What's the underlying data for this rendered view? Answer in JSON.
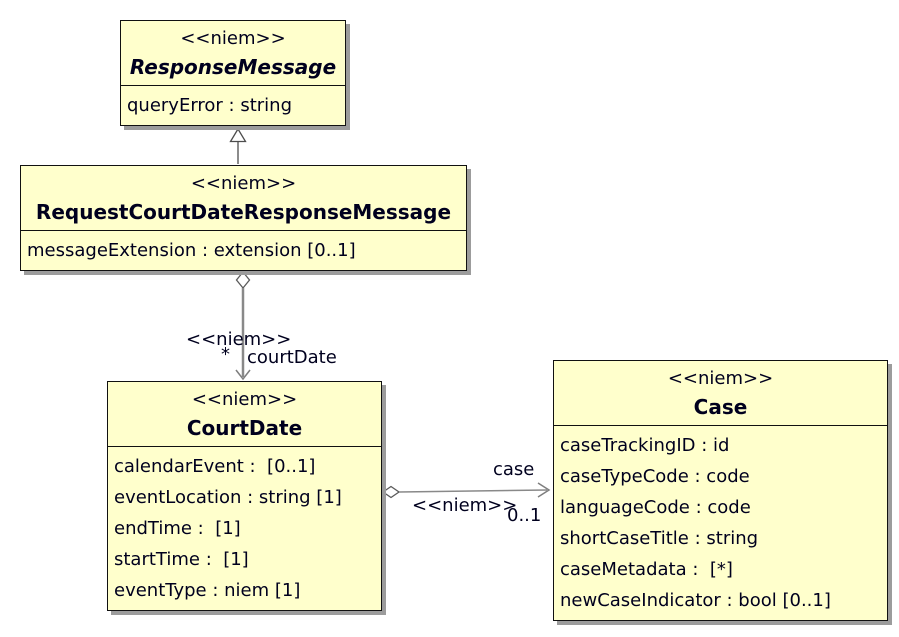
{
  "diagram": {
    "type": "uml-class-diagram",
    "colors": {
      "node-fill": "#ffffcc",
      "node-border": "#111111",
      "node-shadow": "#9c9c9c",
      "edge-gray": "#898989",
      "text": "#00001e"
    }
  },
  "classes": {
    "response_message": {
      "stereotype": "<<niem>>",
      "name": "ResponseMessage",
      "attributes": [
        "queryError : string"
      ]
    },
    "request_court_date_response_message": {
      "stereotype": "<<niem>>",
      "name": "RequestCourtDateResponseMessage",
      "attributes": [
        "messageExtension : extension [0..1]"
      ]
    },
    "court_date": {
      "stereotype": "<<niem>>",
      "name": "CourtDate",
      "attributes": [
        "calendarEvent :  [0..1]",
        "eventLocation : string [1]",
        "endTime :  [1]",
        "startTime :  [1]",
        "eventType : niem [1]"
      ]
    },
    "case": {
      "stereotype": "<<niem>>",
      "name": "Case",
      "attributes": [
        "caseTrackingID : id",
        "caseTypeCode : code",
        "languageCode : code",
        "shortCaseTitle : string",
        "caseMetadata :  [*]",
        "newCaseIndicator : bool [0..1]"
      ]
    }
  },
  "relationships": {
    "court_date_aggregation": {
      "stereotype": "<<niem>>",
      "multiplicity": "*",
      "role": "courtDate"
    },
    "case_aggregation": {
      "stereotype": "<<niem>>",
      "multiplicity": "0..1",
      "role": "case"
    }
  }
}
